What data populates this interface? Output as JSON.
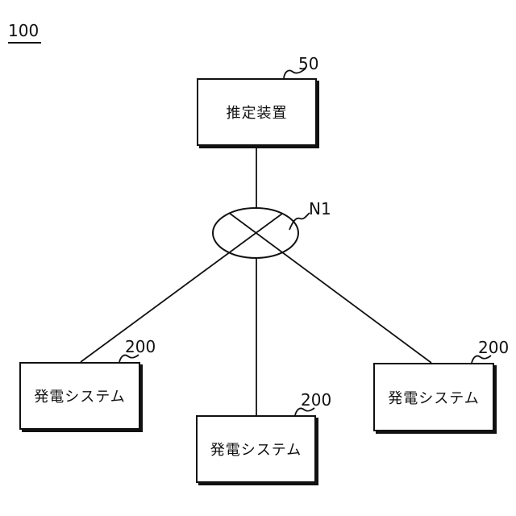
{
  "figure": {
    "figure_label": "100",
    "boxes": {
      "estimation": {
        "label": "推定装置",
        "ref": "50"
      },
      "gen_left": {
        "label": "発電システム",
        "ref": "200"
      },
      "gen_center": {
        "label": "発電システム",
        "ref": "200"
      },
      "gen_right": {
        "label": "発電システム",
        "ref": "200"
      }
    },
    "network": {
      "ref": "N1"
    }
  },
  "colors": {
    "line": "#111111",
    "background": "#ffffff"
  }
}
